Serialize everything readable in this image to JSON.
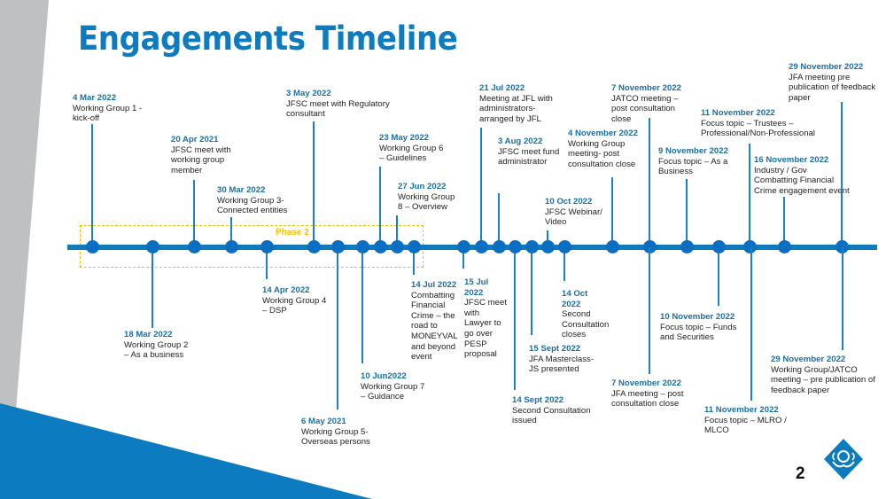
{
  "title": "Engagements Timeline",
  "phase_label": "Phase 2",
  "page_number": "2",
  "colors": {
    "accent": "#0c7bbf",
    "phase": "#f6c100",
    "decor_gray": "#bfc0c2"
  },
  "events": [
    {
      "date": "4 Mar 2022",
      "text": "Working Group 1 - kick-off"
    },
    {
      "date": "18 Mar 2022",
      "text": "Working Group 2 – As a business"
    },
    {
      "date": "20 Apr 2021",
      "text": "JFSC meet with working group member"
    },
    {
      "date": "30 Mar 2022",
      "text": "Working Group 3- Connected entities"
    },
    {
      "date": "14 Apr 2022",
      "text": "Working Group 4 – DSP"
    },
    {
      "date": "3 May 2022",
      "text": "JFSC meet with Regulatory consultant"
    },
    {
      "date": "6 May 2021",
      "text": "Working Group 5- Overseas persons"
    },
    {
      "date": "10 Jun2022",
      "text": "Working Group 7 – Guidance"
    },
    {
      "date": "23 May 2022",
      "text": "Working Group 6 – Guidelines"
    },
    {
      "date": "27 Jun 2022",
      "text": "Working Group 8 – Overview"
    },
    {
      "date": "14 Jul 2022",
      "text": "Combatting Financial Crime – the road to MONEYVAL and beyond event"
    },
    {
      "date": "15 Jul 2022",
      "text": "JFSC meet with Lawyer to go over PESP proposal"
    },
    {
      "date": "21 Jul 2022",
      "text": "Meeting at JFL with administrators- arranged by JFL"
    },
    {
      "date": "3 Aug 2022",
      "text": "JFSC meet fund administrator"
    },
    {
      "date": "14 Sept 2022",
      "text": "Second Consultation issued"
    },
    {
      "date": "15 Sept 2022",
      "text": "JFA Masterclass- JS presented"
    },
    {
      "date": "10 Oct 2022",
      "text": "JFSC Webinar/ Video"
    },
    {
      "date": "14 Oct 2022",
      "text": "Second Consultation closes"
    },
    {
      "date": "4 November  2022",
      "text": "Working Group meeting- post consultation close"
    },
    {
      "date": "7 November  2022",
      "text": "JATCO meeting – post consultation close"
    },
    {
      "date": "7 November  2022",
      "text": "JFA meeting – post consultation close"
    },
    {
      "date": "9 November  2022",
      "text": "Focus topic – As a Business"
    },
    {
      "date": "10 November  2022",
      "text": "Focus topic – Funds and Securities"
    },
    {
      "date": "11 November  2022",
      "text": "Focus topic – Trustees – Professional/Non-Professional"
    },
    {
      "date": "11 November  2022",
      "text": "Focus topic – MLRO / MLCO"
    },
    {
      "date": "16 November  2022",
      "text": "Industry / Gov Combatting Financial Crime engagement event"
    },
    {
      "date": "29 November  2022",
      "text": "JFA meeting pre publication of feedback paper"
    },
    {
      "date": "29 November  2022",
      "text": "Working Group/JATCO meeting – pre publication of feedback paper"
    }
  ]
}
